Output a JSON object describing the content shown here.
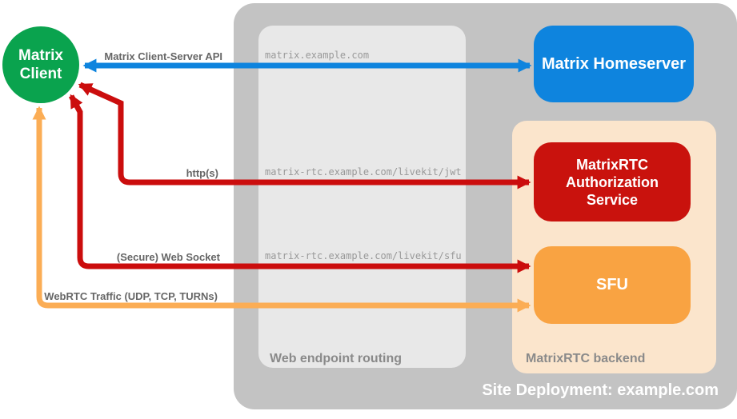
{
  "title": "MatrixRTC site deployment diagram",
  "colors": {
    "green": "#0aa34e",
    "blue": "#0e84de",
    "red": "#cb0d0d",
    "red_box": "#c9120d",
    "orange_box": "#f9a342",
    "orange_arrow": "#fbad55",
    "peach": "#fbe5cc",
    "container_gray": "#c3c3c3",
    "panel_gray": "#e8e8e8",
    "edge_label_gray": "#666666",
    "url_gray": "#999999",
    "panel_label_gray": "#8a8a8a"
  },
  "nodes": {
    "client": {
      "label": "Matrix Client"
    },
    "homeserver": {
      "label": "Matrix Homeserver"
    },
    "auth_service": {
      "label": "MatrixRTC Authorization Service"
    },
    "sfu": {
      "label": "SFU"
    }
  },
  "containers": {
    "routing": {
      "label": "Web endpoint routing"
    },
    "backend": {
      "label": "MatrixRTC backend"
    },
    "site": {
      "label": "Site Deployment: example.com"
    }
  },
  "edges": [
    {
      "label": "Matrix Client-Server API",
      "endpoint": "matrix.example.com",
      "from": "Matrix Client",
      "to": "Matrix Homeserver",
      "color": "#0e84de",
      "bidirectional": true
    },
    {
      "label": "http(s)",
      "endpoint": "matrix-rtc.example.com/livekit/jwt",
      "from": "Matrix Client",
      "to": "MatrixRTC Authorization Service",
      "color": "#cb0d0d",
      "bidirectional": true
    },
    {
      "label": "(Secure) Web Socket",
      "endpoint": "matrix-rtc.example.com/livekit/sfu",
      "from": "Matrix Client",
      "to": "SFU",
      "color": "#cb0d0d",
      "bidirectional": true
    },
    {
      "label": "WebRTC Traffic (UDP, TCP, TURNs)",
      "endpoint": "",
      "from": "Matrix Client",
      "to": "SFU",
      "color": "#fbad55",
      "bidirectional": true
    }
  ]
}
